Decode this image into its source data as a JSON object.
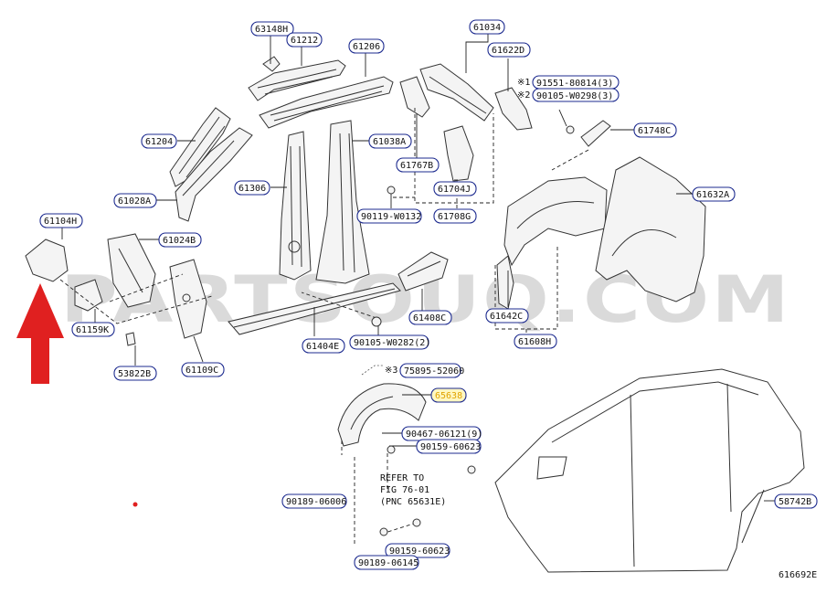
{
  "figure_code": "616692E",
  "watermark": "PARTSOUQ.COM",
  "highlight_color": "#e0a400",
  "arrow_color": "#e02020",
  "label_border_color": "#1d2b8f",
  "labels": {
    "p63148H": "63148H",
    "p61212": "61212",
    "p61206": "61206",
    "p61034": "61034",
    "p61622D": "61622D",
    "p91551": "91551-80814(3)",
    "p90105a": "90105-W0298(3)",
    "p61748C": "61748C",
    "p61204": "61204",
    "p61038A": "61038A",
    "p61306": "61306",
    "p61767B": "61767B",
    "p61704J": "61704J",
    "p61028A": "61028A",
    "p90119": "90119-W0132",
    "p61708G": "61708G",
    "p61632A": "61632A",
    "p61104H": "61104H",
    "p61024B": "61024B",
    "p61408C": "61408C",
    "p61642C": "61642C",
    "p61159K": "61159K",
    "p61608H": "61608H",
    "p61404E": "61404E",
    "p90105b": "90105-W0282(2)",
    "p53822B": "53822B",
    "p61109C": "61109C",
    "p75895": "75895-52060",
    "p65638": "65638",
    "p90467": "90467-06121(9)",
    "p90159a": "90159-60623",
    "p90189a": "90189-06006",
    "p58742B": "58742B",
    "p90159b": "90159-60623",
    "p90189b": "90189-06145"
  },
  "marks": {
    "m1": "※1",
    "m2": "※2",
    "m3": "※3"
  },
  "note": {
    "line1": "REFER TO",
    "line2": "FIG 76-01",
    "line3": "(PNC 65631E)"
  }
}
